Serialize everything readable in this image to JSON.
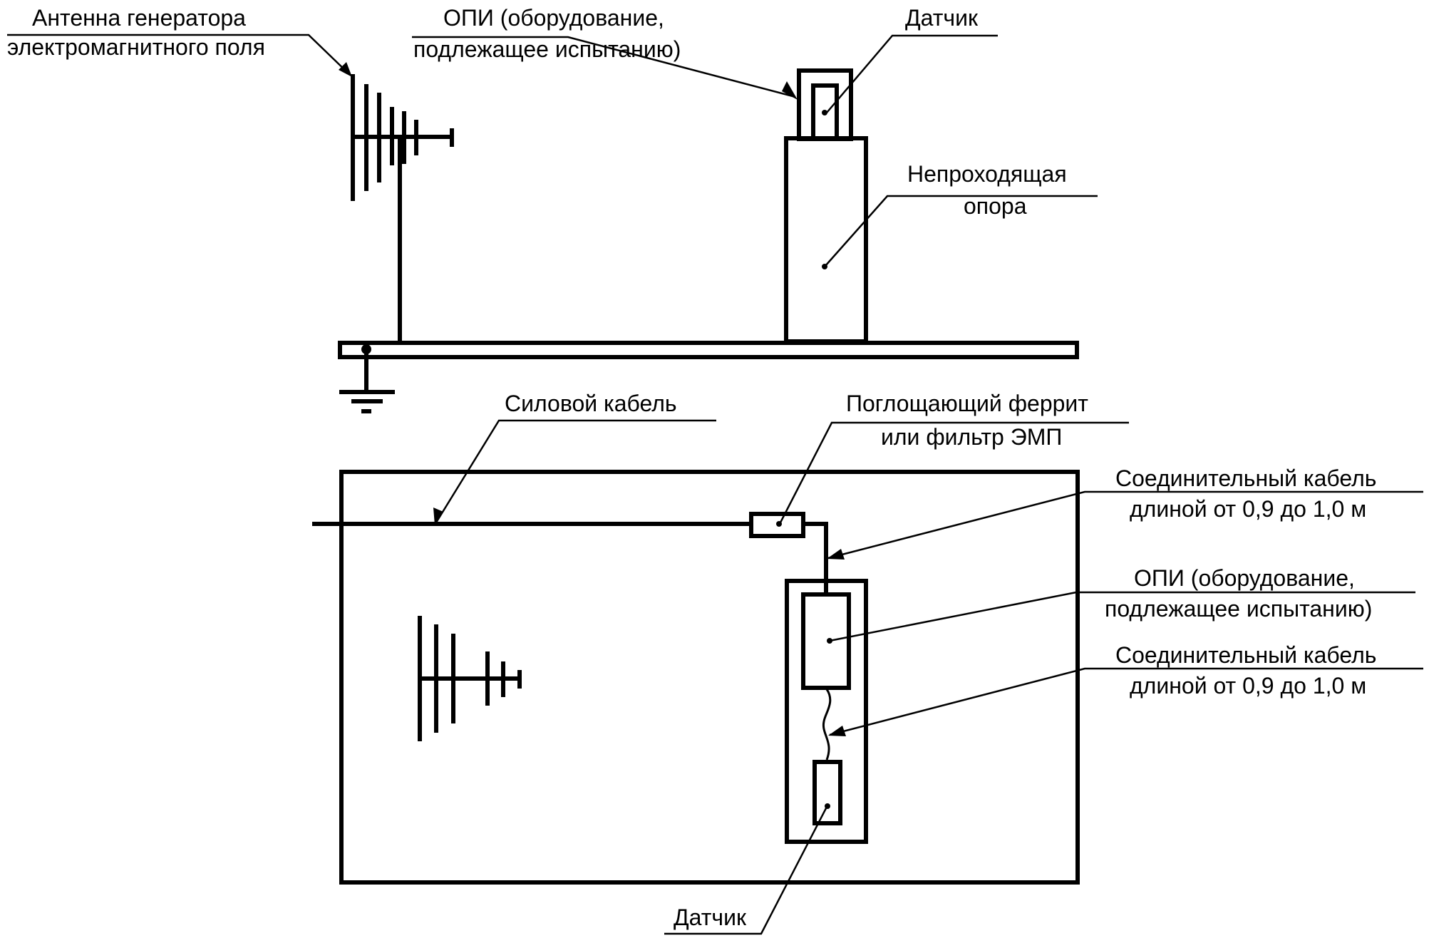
{
  "diagram": {
    "title": "Схема испытательной установки",
    "colors": {
      "ink": "#000000",
      "background": "#ffffff"
    },
    "top_view": {
      "labels": {
        "antenna": [
          "Антенна генератора",
          "электромагнитного поля"
        ],
        "eut": [
          "ОПИ (оборудование,",
          "подлежащее испытанию)"
        ],
        "sensor": [
          "Датчик"
        ],
        "support": [
          "Непроходящая",
          "опора"
        ]
      }
    },
    "bottom_view": {
      "labels": {
        "power_cable": [
          "Силовой кабель"
        ],
        "ferrite": [
          "Поглощающий феррит",
          "или фильтр ЭМП"
        ],
        "cable_1": [
          "Соединительный кабель",
          "длиной от 0,9 до 1,0 м"
        ],
        "eut": [
          "ОПИ (оборудование,",
          "подлежащее испытанию)"
        ],
        "cable_2": [
          "Соединительный кабель",
          "длиной от 0,9 до 1,0 м"
        ],
        "sensor": [
          "Датчик"
        ]
      }
    }
  }
}
